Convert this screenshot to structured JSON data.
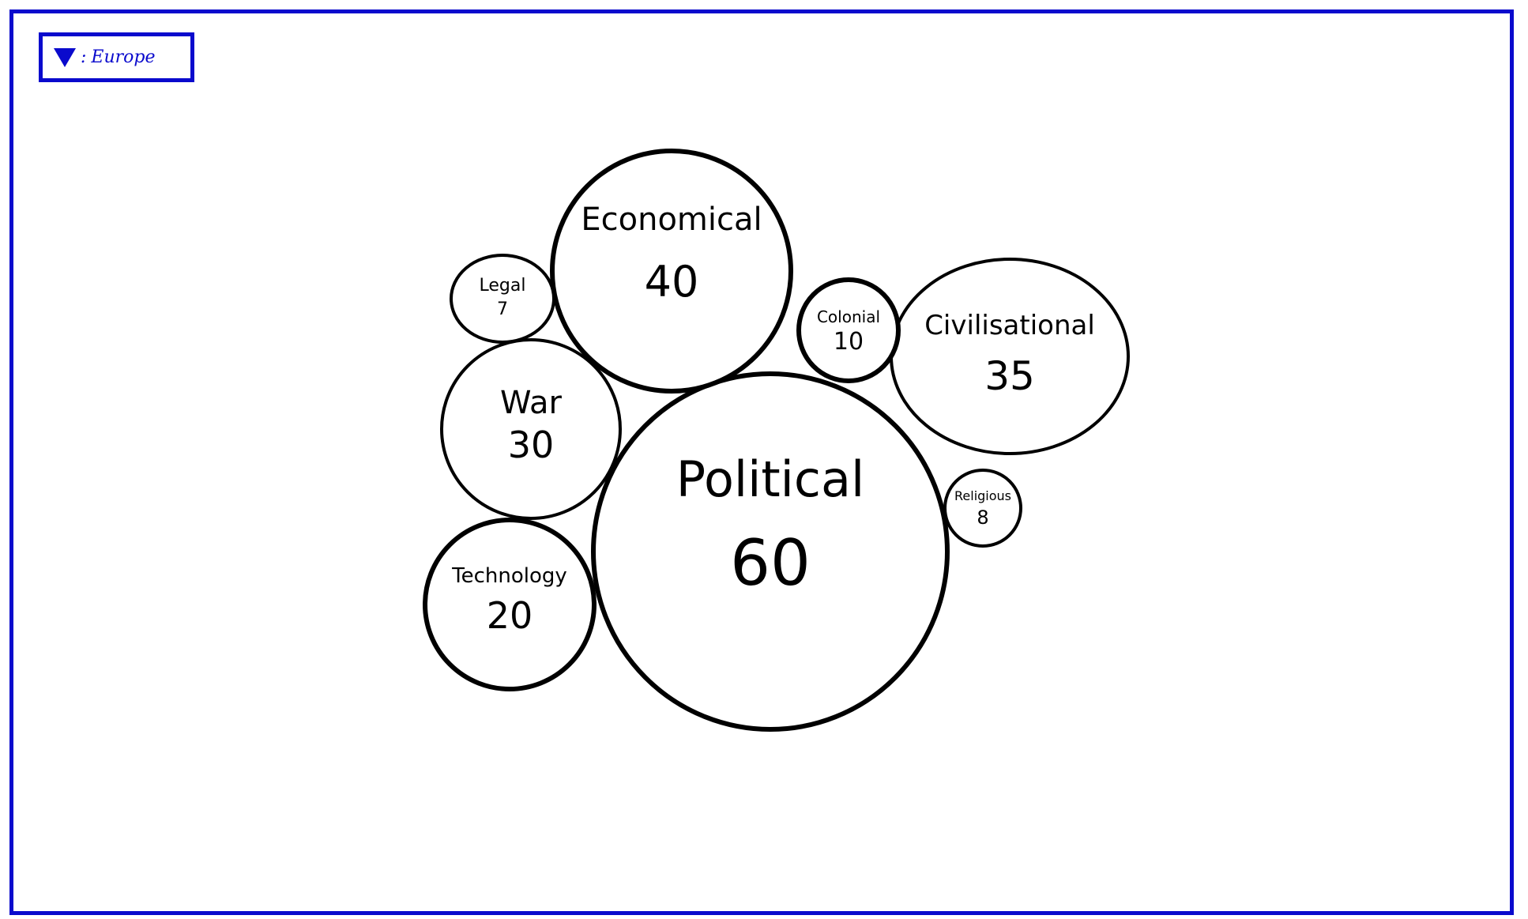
{
  "filter": {
    "icon": "filter-triangle-icon",
    "separator": ":",
    "value": "Europe",
    "color": "#0a0acd"
  },
  "chart_data": {
    "type": "bubble",
    "categories": [
      "Political",
      "Economical",
      "Civilisational",
      "War",
      "Technology",
      "Colonial",
      "Religious",
      "Legal"
    ],
    "values": [
      60,
      40,
      35,
      30,
      20,
      10,
      8,
      7
    ],
    "title": "",
    "legend": "none"
  }
}
